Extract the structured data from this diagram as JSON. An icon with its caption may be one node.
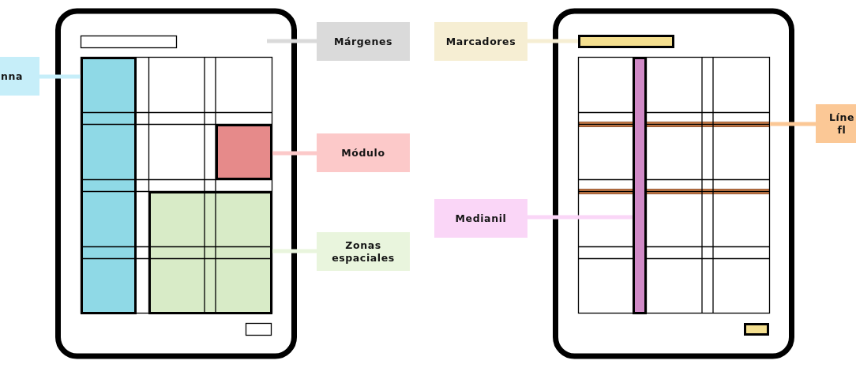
{
  "diagram": {
    "nodes": [
      {
        "text": [
          "nna"
        ]
      },
      {
        "text": [],
        "shape": "box"
      },
      {
        "text": [
          "Márgenes"
        ]
      },
      {
        "text": [
          "Módulo"
        ]
      },
      {
        "text": [],
        "shape": "box"
      },
      {
        "text": [
          "Zonas espaciales"
        ]
      },
      {
        "text": [],
        "shape": "box"
      },
      {
        "text": [
          "Marcadores"
        ]
      },
      {
        "text": [],
        "shape": "box"
      },
      {
        "text": [
          "Medianil"
        ]
      },
      {
        "text": [],
        "shape": "box"
      },
      {
        "text": [
          "Líne fl"
        ]
      },
      {
        "text": [],
        "shape": "box"
      }
    ],
    "edges": [
      {
        "from": 0,
        "to": 1,
        "arrow": "none",
        "color": "#c6eef9"
      },
      {
        "from": 2,
        "to": null,
        "arrow": "none",
        "color": "#dadada"
      },
      {
        "from": 3,
        "to": 4,
        "arrow": "none",
        "color": "#fcc9c9"
      },
      {
        "from": 5,
        "to": 6,
        "arrow": "none",
        "color": "#e9f5dd"
      },
      {
        "from": 7,
        "to": 8,
        "arrow": "none",
        "color": "#f6eed3"
      },
      {
        "from": 9,
        "to": 10,
        "arrow": "none",
        "color": "#fad6f7"
      },
      {
        "from": 11,
        "to": 12,
        "arrow": "none",
        "color": "#fbc896"
      }
    ]
  }
}
